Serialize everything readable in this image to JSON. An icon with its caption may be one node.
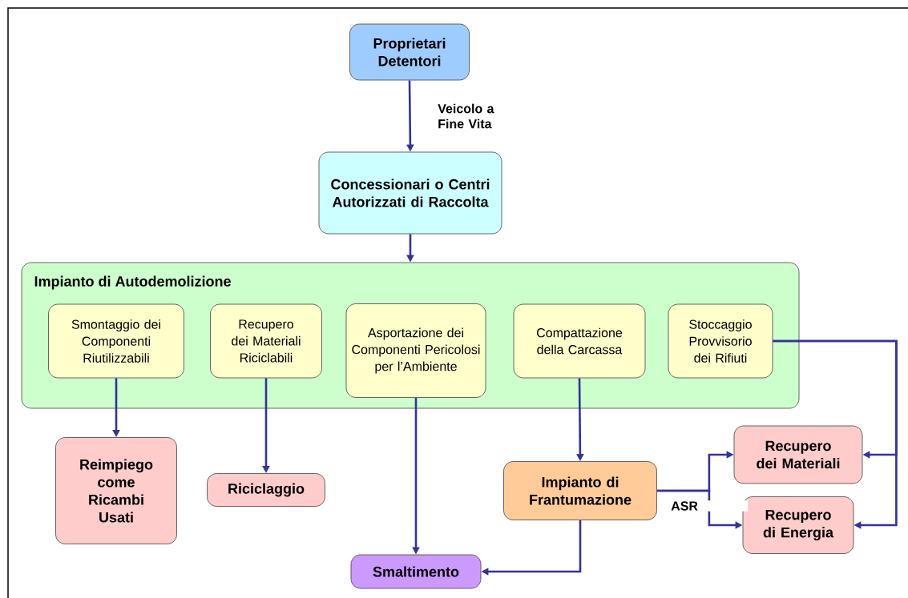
{
  "diagram": {
    "nodes": [
      {
        "text": [
          "Proprietari Detentori"
        ]
      },
      {
        "text": [
          "Concessionari o Centri Autorizzati di Raccolta"
        ]
      },
      {
        "text": [
          "Impianto di Autodemolizione"
        ]
      },
      {
        "text": [
          "Smontaggio dei Componenti Riutilizzabili"
        ],
        "in": 2
      },
      {
        "text": [
          "Recupero dei Materiali Riciclabili"
        ],
        "in": 2
      },
      {
        "text": [
          "Asportazione dei Componenti Pericolosi per l’Ambiente"
        ],
        "in": 2
      },
      {
        "text": [
          "Compattazione della Carcassa"
        ],
        "in": 2
      },
      {
        "text": [
          "Stoccaggio Provvisorio dei Rifiuti"
        ],
        "in": 2
      },
      {
        "text": [
          "Reimpiego come Ricambi Usati"
        ]
      },
      {
        "text": [
          "Riciclaggio"
        ]
      },
      {
        "text": [
          "Smaltimento"
        ]
      },
      {
        "text": [
          "Impianto di Frantumazione"
        ]
      },
      {
        "text": [
          "Recupero dei Materiali"
        ]
      },
      {
        "text": [
          "Recupero di Energia"
        ]
      }
    ],
    "edges": [
      {
        "from": 0,
        "to": 1,
        "arrow": "to",
        "label": "Veicolo a Fine Vita"
      },
      {
        "from": 1,
        "to": 2,
        "arrow": "to"
      },
      {
        "from": 3,
        "to": 8,
        "arrow": "to"
      },
      {
        "from": 4,
        "to": 9,
        "arrow": "to"
      },
      {
        "from": 5,
        "to": 10,
        "arrow": "to"
      },
      {
        "from": 6,
        "to": 11,
        "arrow": "to"
      },
      {
        "from": 11,
        "to": 10,
        "arrow": "to"
      },
      {
        "from": 11,
        "to": 12,
        "arrow": "to",
        "label": "ASR"
      },
      {
        "from": 11,
        "to": 13,
        "arrow": "to"
      },
      {
        "from": 7,
        "to": 12,
        "arrow": "to"
      },
      {
        "from": 7,
        "to": 13,
        "arrow": "to"
      }
    ]
  }
}
